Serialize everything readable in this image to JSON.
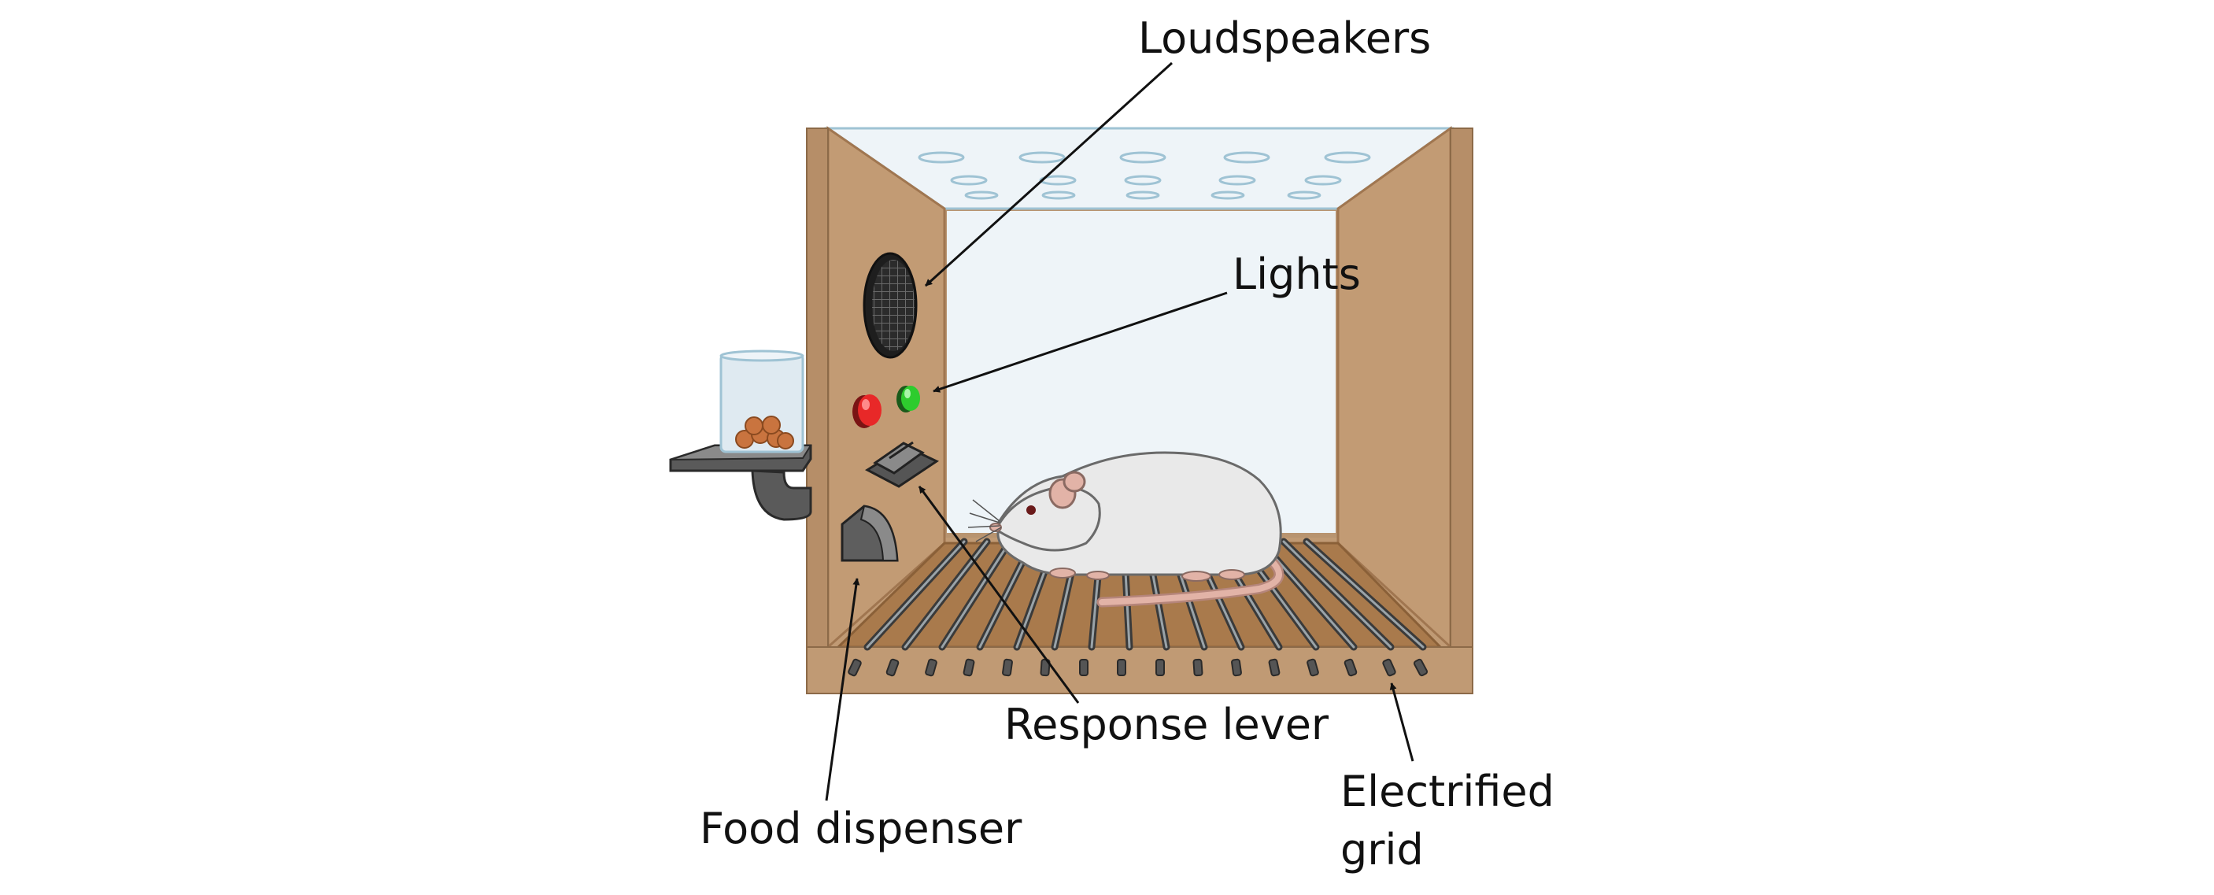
{
  "labels": {
    "loudspeakers": "Loudspeakers",
    "lights": "Lights",
    "response_lever": "Response lever",
    "food_dispenser": "Food dispenser",
    "electrified_grid_line1": "Electrified",
    "electrified_grid_line2": "grid"
  },
  "colors": {
    "wood": "#c09a74",
    "wood_dark": "#a67e56",
    "floor": "#a97a4c",
    "glass": "#eef4f8",
    "glass_edge": "#9fc3d4",
    "light_red": "#e82828",
    "light_green": "#2ecc2e",
    "rat_fur": "#e9e9e9",
    "rat_pink": "#d9a59a",
    "metal": "#5a5a5a",
    "pellet": "#c9743f"
  },
  "icons": {
    "speaker": "loudspeaker-grille-icon",
    "lights": "signal-lights-icon",
    "lever": "response-lever-icon",
    "dispenser": "food-dispenser-icon",
    "rat": "rat-illustration",
    "pellets": "food-pellet-jar-icon"
  }
}
